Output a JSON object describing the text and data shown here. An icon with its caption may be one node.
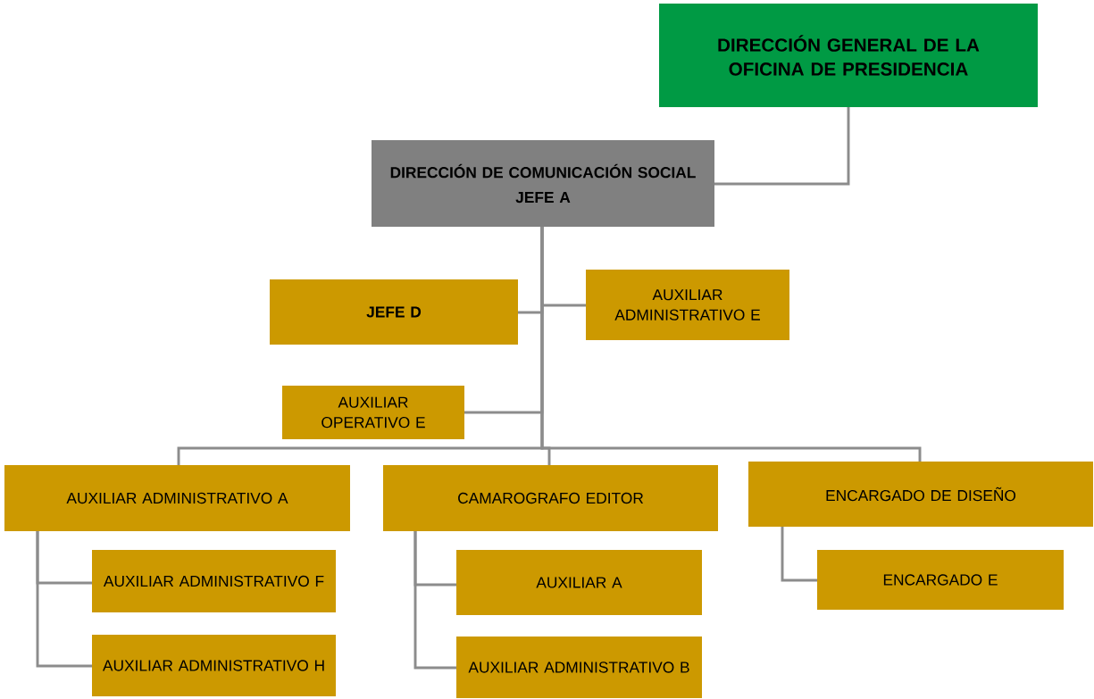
{
  "diagram": {
    "nodes": [
      {
        "text": [
          "DIRECCIÓN GENERAL DE LA OFICINA DE PRESIDENCIA"
        ]
      },
      {
        "text": [
          "DIRECCIÓN DE COMUNICACIÓN SOCIAL",
          "JEFE A"
        ]
      },
      {
        "text": [
          "JEFE D"
        ]
      },
      {
        "text": [
          "AUXILIAR ADMINISTRATIVO E"
        ]
      },
      {
        "text": [
          "AUXILIAR OPERATIVO E"
        ]
      },
      {
        "text": [
          "AUXILIAR ADMINISTRATIVO A"
        ]
      },
      {
        "text": [
          "CAMAROGRAFO EDITOR"
        ]
      },
      {
        "text": [
          "ENCARGADO DE DISEÑO"
        ]
      },
      {
        "text": [
          "AUXILIAR ADMINISTRATIVO F"
        ]
      },
      {
        "text": [
          "AUXILIAR ADMINISTRATIVO H"
        ]
      },
      {
        "text": [
          "AUXILIAR A"
        ]
      },
      {
        "text": [
          "AUXILIAR ADMINISTRATIVO B"
        ]
      },
      {
        "text": [
          "ENCARGADO E"
        ]
      }
    ],
    "edges": [
      {
        "from": 0,
        "to": 1,
        "arrow": "none"
      },
      {
        "from": 1,
        "to": 2,
        "arrow": "none"
      },
      {
        "from": 1,
        "to": 3,
        "arrow": "none"
      },
      {
        "from": 1,
        "to": 4,
        "arrow": "none"
      },
      {
        "from": 1,
        "to": 5,
        "arrow": "none"
      },
      {
        "from": 1,
        "to": 6,
        "arrow": "none"
      },
      {
        "from": 1,
        "to": 7,
        "arrow": "none"
      },
      {
        "from": 5,
        "to": 8,
        "arrow": "none"
      },
      {
        "from": 5,
        "to": 9,
        "arrow": "none"
      },
      {
        "from": 6,
        "to": 10,
        "arrow": "none"
      },
      {
        "from": 6,
        "to": 11,
        "arrow": "none"
      },
      {
        "from": 7,
        "to": 12,
        "arrow": "none"
      }
    ]
  }
}
